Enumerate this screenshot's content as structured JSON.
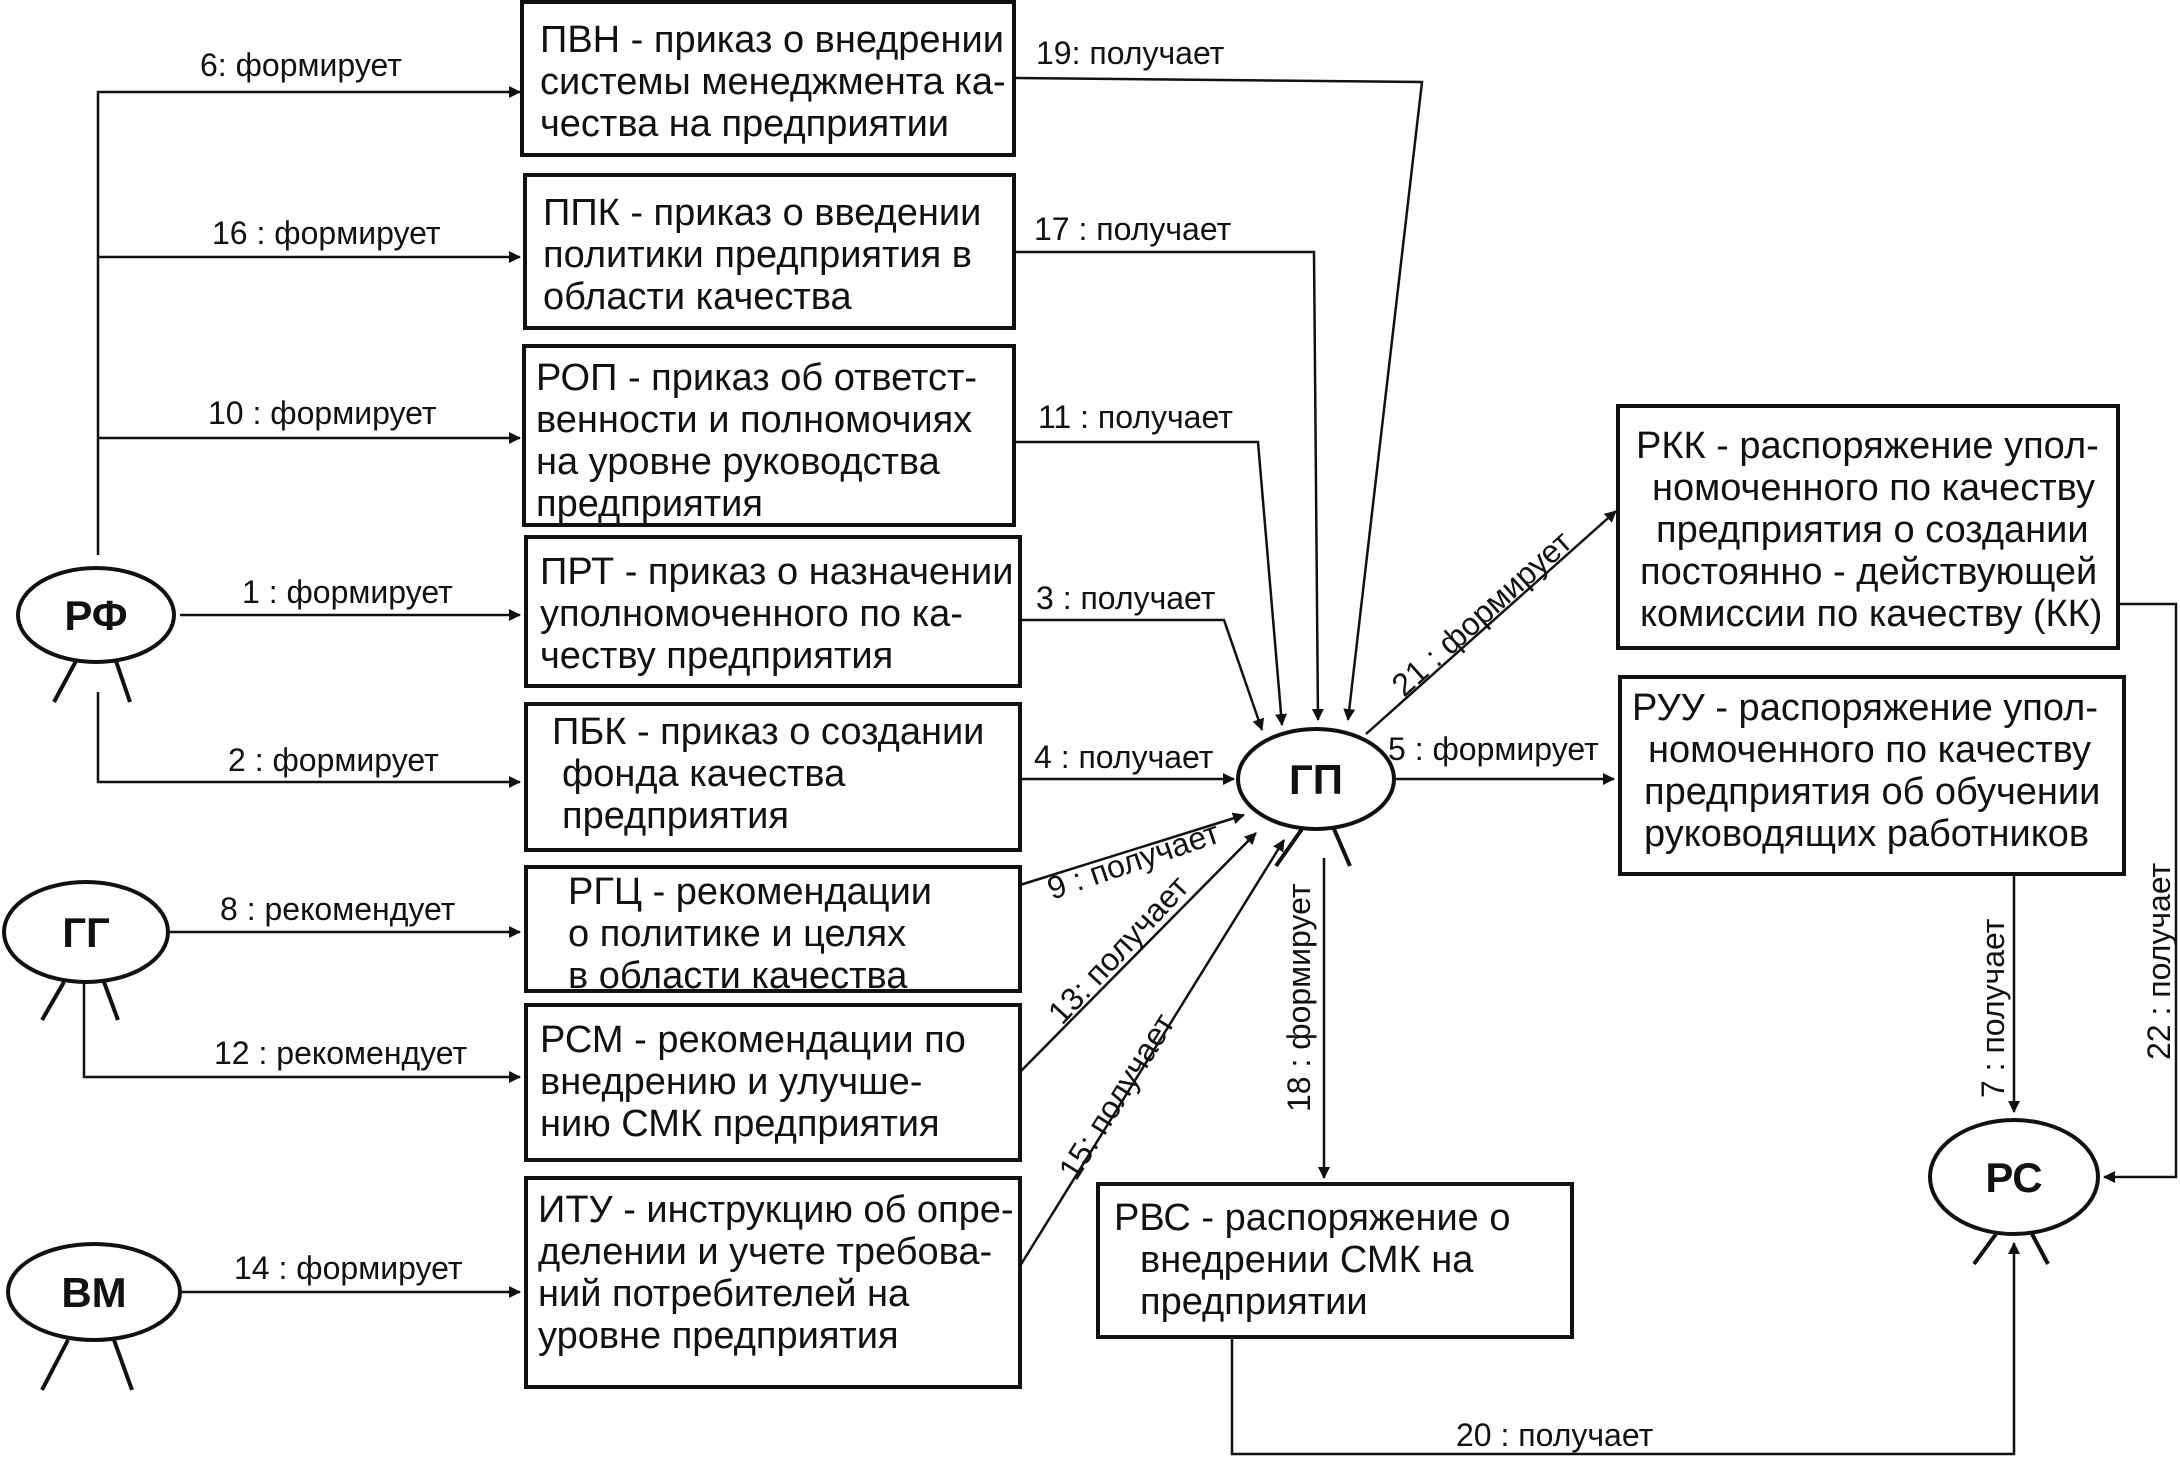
{
  "actors": {
    "rf": "РФ",
    "gg": "ГГ",
    "vm": "ВМ",
    "gp": "ГП",
    "rs": "РС"
  },
  "boxes": {
    "pvn": [
      "ПВН - приказ о внедрении",
      "системы менеджмента ка-",
      "чества на предприятии"
    ],
    "ppk": [
      "ППК - приказ о введении",
      "политики предприятия в",
      "области качества"
    ],
    "rop": [
      "РОП - приказ об ответст-",
      "венности и полномочиях",
      "на уровне руководства",
      "предприятия"
    ],
    "prt": [
      "ПРТ - приказ о назначении",
      "уполномоченного по ка-",
      "честву предприятия"
    ],
    "pbk": [
      "ПБК - приказ о создании",
      "фонда качества",
      "предприятия"
    ],
    "rgc": [
      "РГЦ - рекомендации",
      "о политике и целях",
      "в области качества"
    ],
    "rsm": [
      "РСМ - рекомендации по",
      "внедрению и улучше-",
      "нию СМК предприятия"
    ],
    "itu": [
      "ИТУ - инструкцию об опре-",
      "делении и учете требова-",
      "ний потребителей на",
      "уровне предприятия"
    ],
    "rkk": [
      "РКК - распоряжение упол-",
      "номоченного по качеству",
      "предприятия о создании",
      "постоянно - действующей",
      "комиссии по качеству (КК)"
    ],
    "ruu": [
      "РУУ - распоряжение упол-",
      "номоченного по качеству",
      "предприятия об обучении",
      "руководящих работников"
    ],
    "rvs": [
      "РВС - распоряжение о",
      "внедрении СМК на",
      "предприятии"
    ]
  },
  "connectors": {
    "c1": "1 : формирует",
    "c2": "2 : формирует",
    "c3": "3 : получает",
    "c4": "4 : получает",
    "c5": "5 : формирует",
    "c6": "6: формирует",
    "c7": "7 : получает",
    "c8": "8 : рекомендует",
    "c9": "9 : получает",
    "c10": "10 : формирует",
    "c11": "11 : получает",
    "c12": "12 : рекомендует",
    "c13": "13: получает",
    "c14": "14 : формирует",
    "c15": "15: получает",
    "c16": "16 : формирует",
    "c17": "17 : получает",
    "c18": "18 : формирует",
    "c19": "19: получает",
    "c20": "20 : получает",
    "c21": "21 : формирует",
    "c22": "22 : получает"
  }
}
